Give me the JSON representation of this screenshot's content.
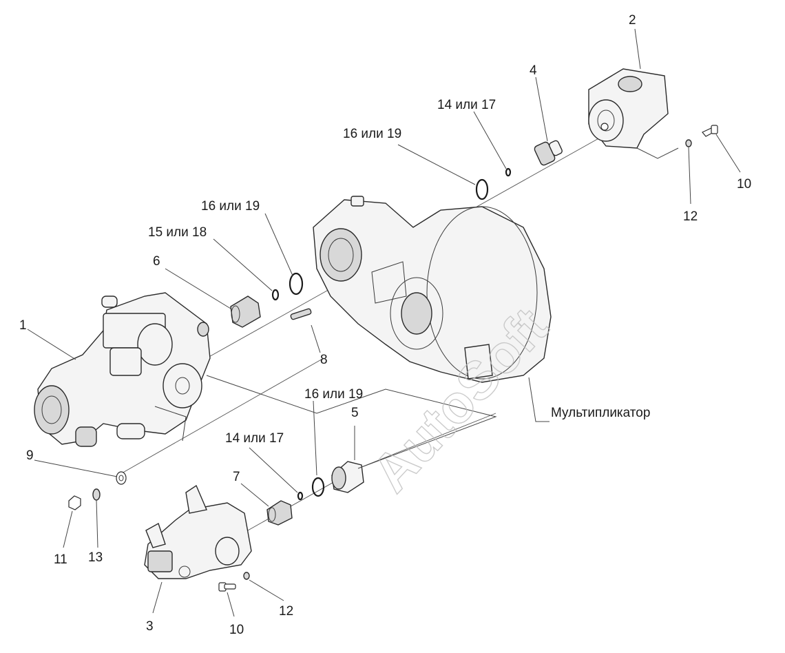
{
  "watermark": "AutoSoft",
  "callouts": {
    "p1": "1",
    "p2": "2",
    "p3": "3",
    "p4": "4",
    "p5": "5",
    "p6": "6",
    "p7": "7",
    "p8": "8",
    "p9": "9",
    "p10_top": "10",
    "p10_bottom": "10",
    "p11": "11",
    "p12_top": "12",
    "p12_bottom": "12",
    "p13": "13",
    "p14_17_top": "14 или 17",
    "p14_17_bottom": "14 или 17",
    "p15_18": "15 или 18",
    "p16_19_top": "16 или 19",
    "p16_19_mid": "16 или 19",
    "p16_19_bottom": "16 или 19",
    "multiplier": "Мультипликатор"
  }
}
